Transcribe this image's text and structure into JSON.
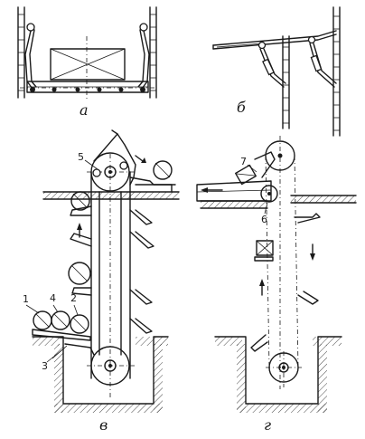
{
  "panels": {
    "a": {
      "label": "а"
    },
    "b": {
      "label": "б"
    },
    "v": {
      "label": "в",
      "numbers": [
        "1",
        "2",
        "3",
        "4",
        "5"
      ]
    },
    "g": {
      "label": "г",
      "numbers": [
        "6",
        "7"
      ]
    }
  },
  "colors": {
    "ink": "#1a1a1a",
    "paper": "#ffffff"
  }
}
